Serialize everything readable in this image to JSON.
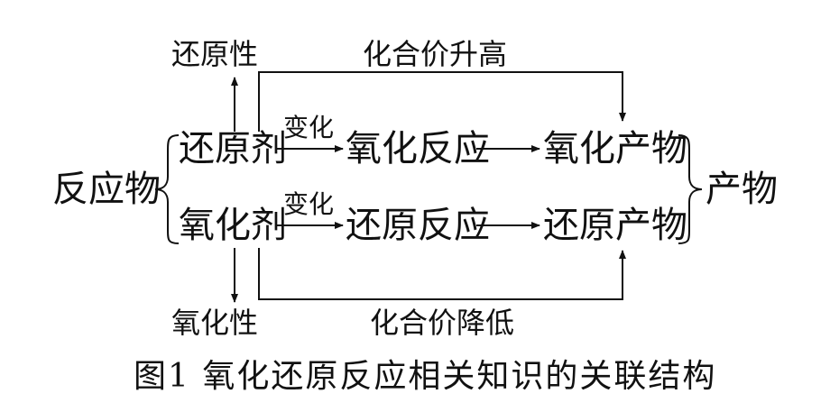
{
  "nodes": {
    "reactants": "反应物",
    "reducing_agent": "还原剂",
    "oxidizing_agent": "氧化剂",
    "oxidation_reaction": "氧化反应",
    "reduction_reaction": "还原反应",
    "oxidation_product": "氧化产物",
    "reduction_product": "还原产物",
    "products": "产物",
    "reducibility": "还原性",
    "oxidizability": "氧化性"
  },
  "edges": {
    "change_top": "变化",
    "change_bottom": "变化",
    "valence_up": "化合价升高",
    "valence_down": "化合价降低"
  },
  "caption": "图1  氧化还原反应相关知识的关联结构"
}
